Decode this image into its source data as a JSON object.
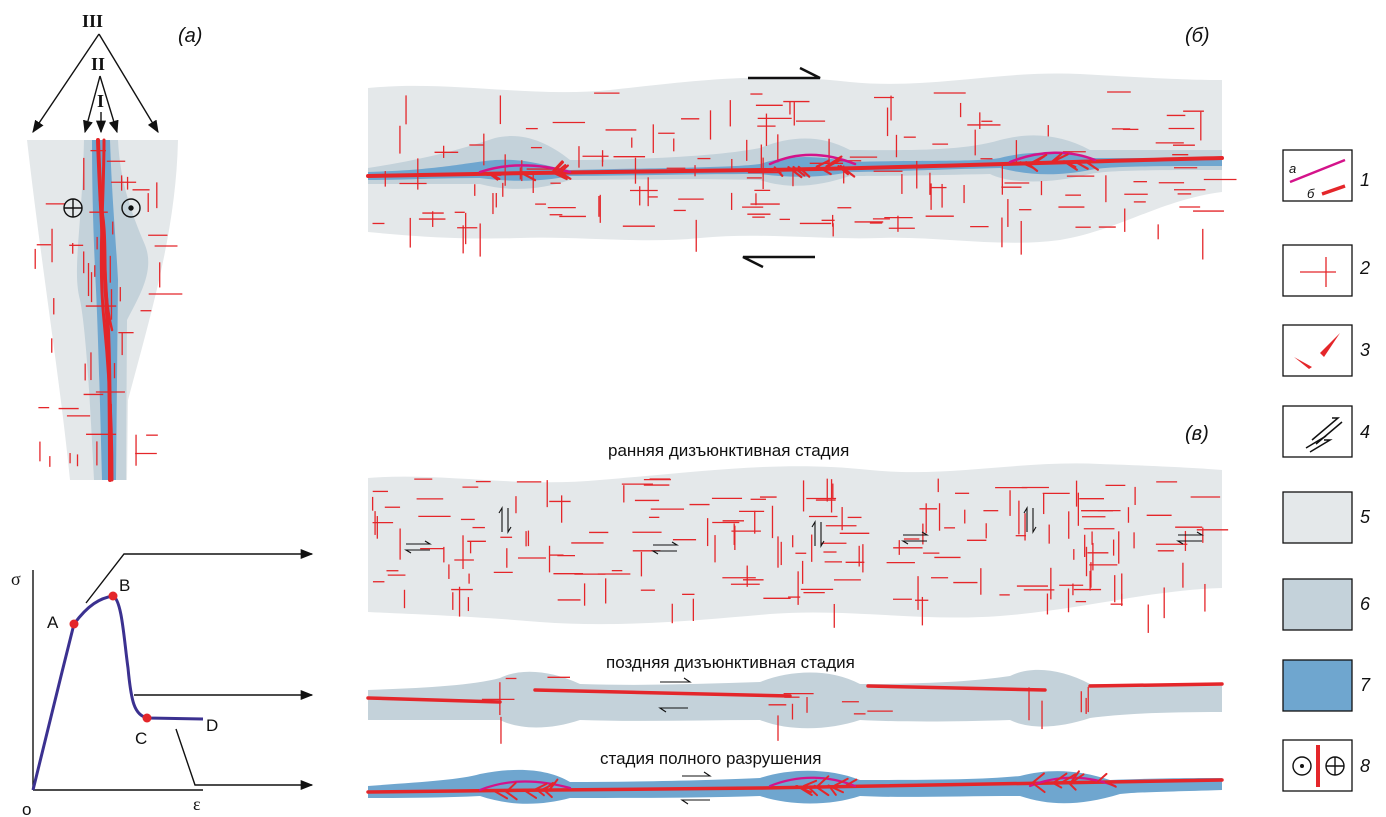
{
  "panels": {
    "a": "(а)",
    "b": "(б)",
    "v": "(в)"
  },
  "zones": {
    "I": "I",
    "II": "II",
    "III": "III"
  },
  "stages": {
    "early": "ранняя дизъюнктивная стадия",
    "late": "поздняя дизъюнктивная стадия",
    "full": "стадия полного разрушения"
  },
  "graph": {
    "y_axis": "σ",
    "x_axis": "ε",
    "origin": "о",
    "points": [
      "A",
      "B",
      "C",
      "D"
    ]
  },
  "legend": {
    "items": [
      {
        "num": "1",
        "sub_a": "а",
        "sub_b": "б"
      },
      {
        "num": "2"
      },
      {
        "num": "3"
      },
      {
        "num": "4"
      },
      {
        "num": "5"
      },
      {
        "num": "6"
      },
      {
        "num": "7"
      },
      {
        "num": "8"
      }
    ]
  },
  "colors": {
    "zone5": "#e4e8ea",
    "zone6": "#c4d2da",
    "zone7": "#6fa6cf",
    "fault_red": "#e4262a",
    "fault_magenta": "#d4138a",
    "curve": "#3b3190"
  }
}
